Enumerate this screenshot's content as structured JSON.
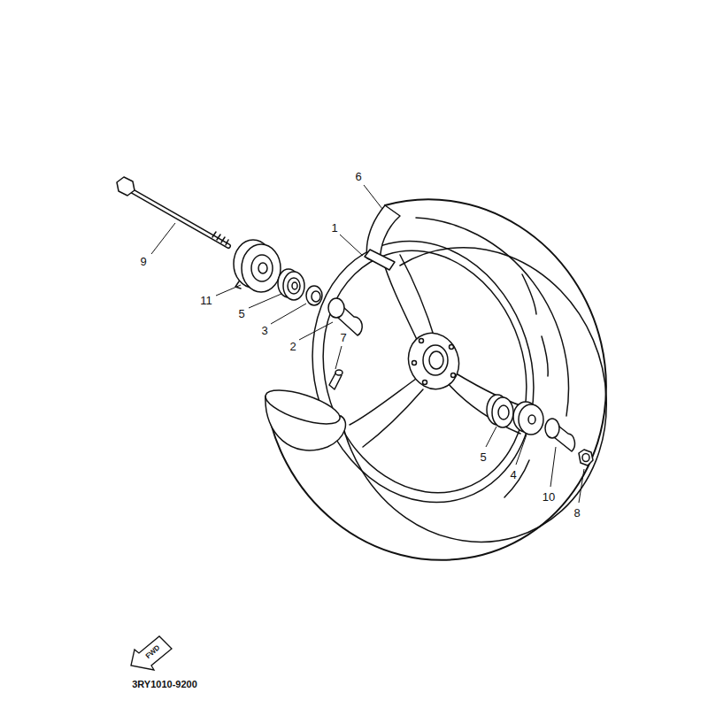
{
  "diagram": {
    "labels": [
      "6",
      "1",
      "9",
      "11",
      "5",
      "3",
      "7",
      "2",
      "5",
      "4",
      "10",
      "8",
      "FWD",
      "3RY1010-9200"
    ]
  }
}
